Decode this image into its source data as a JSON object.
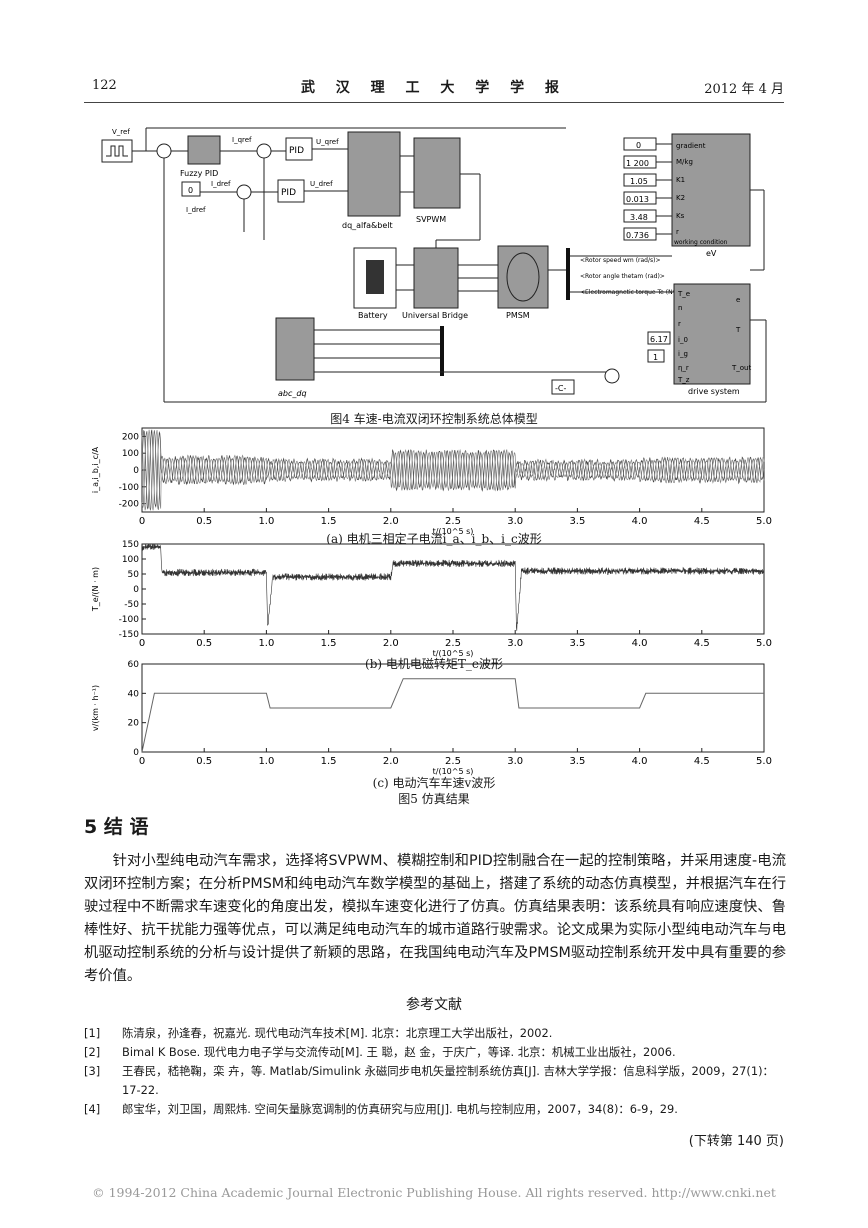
{
  "header": {
    "page_number": "122",
    "journal": "武 汉 理 工 大 学 学 报",
    "date": "2012 年 4 月"
  },
  "figure4": {
    "caption": "图4   车速-电流双闭环控制系统总体模型",
    "blocks": {
      "vref": "V_ref",
      "fuzzy_pid": "Fuzzy PID",
      "pid1": "PID",
      "pid2": "PID",
      "iqref": "I_qref",
      "idref": "I_dref",
      "idref2": "I_dref",
      "uqref": "U_qref",
      "udref": "U_dref",
      "dq": "dq_alfa&belt",
      "svpwm": "SVPWM",
      "battery": "Battery",
      "bridge": "Universal Bridge",
      "pmsm": "PMSM",
      "ev": "eV",
      "drive": "drive system",
      "abc_dq": "abc_dq",
      "gain": "-C-",
      "rotor_speed": "<Rotor speed wm (rad/s)>",
      "rotor_angle": "<Rotor angle thetam (rad)>",
      "torque": "<Electromagnetic torque Te (N*m)>"
    },
    "constants": [
      "0",
      "1 200",
      "1.05",
      "0.013",
      "3.48",
      "0.736"
    ],
    "ev_ports": [
      "gradient",
      "M/kg",
      "K1",
      "K2",
      "Ks",
      "r",
      "working condition"
    ],
    "drive_consts": [
      "6.17",
      "1"
    ],
    "drive_ports": [
      "T_e",
      "n",
      "r",
      "i_0",
      "i_g",
      "η_r",
      "T_z"
    ],
    "drive_outputs": [
      "e",
      "T",
      "T_out"
    ]
  },
  "figure5": {
    "caption": "图5   仿真结果",
    "xlabel": "t/(10^5 s)",
    "x_ticks": [
      "0",
      "0.5",
      "1.0",
      "1.5",
      "2.0",
      "2.5",
      "3.0",
      "3.5",
      "4.0",
      "4.5",
      "5.0"
    ],
    "a": {
      "ylabel": "i_a,i_b,i_c/A",
      "caption": "(a) 电机三相定子电流i_a、i_b、i_c波形",
      "y_ticks": [
        "200",
        "100",
        "0",
        "-100",
        "-200"
      ]
    },
    "b": {
      "ylabel": "T_e/(N · m)",
      "caption": "(b) 电机电磁转矩T_e波形",
      "y_ticks": [
        "150",
        "100",
        "50",
        "0",
        "-50",
        "-100",
        "-150"
      ]
    },
    "c": {
      "ylabel": "v/(km · h⁻¹)",
      "caption": "(c) 电动汽车车速v波形",
      "y_ticks": [
        "60",
        "40",
        "20",
        "0"
      ]
    }
  },
  "chart_data": [
    {
      "type": "line",
      "title": "(a) 电机三相定子电流i_a、i_b、i_c波形",
      "xlabel": "t/(10^5 s)",
      "ylabel": "i_a,i_b,i_c/A",
      "xlim": [
        0,
        5
      ],
      "ylim": [
        -250,
        250
      ],
      "segments": [
        {
          "x": [
            0,
            0.15
          ],
          "amplitude": 230
        },
        {
          "x": [
            0.15,
            1.0
          ],
          "amplitude": 75
        },
        {
          "x": [
            1.0,
            2.0
          ],
          "amplitude": 55
        },
        {
          "x": [
            2.0,
            3.0
          ],
          "amplitude": 110
        },
        {
          "x": [
            3.0,
            4.0
          ],
          "amplitude": 50
        },
        {
          "x": [
            4.0,
            5.0
          ],
          "amplitude": 65
        }
      ]
    },
    {
      "type": "line",
      "title": "(b) 电机电磁转矩T_e波形",
      "xlabel": "t/(10^5 s)",
      "ylabel": "T_e/(N · m)",
      "xlim": [
        0,
        5
      ],
      "ylim": [
        -150,
        150
      ],
      "x": [
        0,
        0.15,
        0.16,
        1.0,
        1.01,
        1.05,
        2.0,
        2.02,
        3.0,
        3.01,
        3.05,
        4.0,
        4.02,
        5.0
      ],
      "y": [
        140,
        140,
        55,
        55,
        -130,
        40,
        40,
        85,
        85,
        -150,
        60,
        60,
        60,
        60
      ]
    },
    {
      "type": "line",
      "title": "(c) 电动汽车车速v波形",
      "xlabel": "t/(10^5 s)",
      "ylabel": "v/(km · h⁻¹)",
      "xlim": [
        0,
        5
      ],
      "ylim": [
        0,
        60
      ],
      "x": [
        0,
        0.1,
        1.0,
        1.03,
        2.0,
        2.1,
        3.0,
        3.03,
        4.0,
        4.05,
        5.0
      ],
      "y": [
        0,
        40,
        40,
        30,
        30,
        50,
        50,
        30,
        30,
        40,
        40
      ]
    }
  ],
  "section": {
    "title": "5  结  语",
    "paragraph": "针对小型纯电动汽车需求，选择将SVPWM、模糊控制和PID控制融合在一起的控制策略，并采用速度-电流双闭环控制方案；在分析PMSM和纯电动汽车数学模型的基础上，搭建了系统的动态仿真模型，并根据汽车在行驶过程中不断需求车速变化的角度出发，模拟车速变化进行了仿真。仿真结果表明：该系统具有响应速度快、鲁棒性好、抗干扰能力强等优点，可以满足纯电动汽车的城市道路行驶需求。论文成果为实际小型纯电动汽车与电机驱动控制系统的分析与设计提供了新颖的思路，在我国纯电动汽车及PMSM驱动控制系统开发中具有重要的参考价值。"
  },
  "references": {
    "heading": "参考文献",
    "items": [
      {
        "num": "[1]",
        "text": "陈清泉，孙逢春，祝嘉光. 现代电动汽车技术[M]. 北京：北京理工大学出版社，2002."
      },
      {
        "num": "[2]",
        "text": "Bimal K Bose. 现代电力电子学与交流传动[M]. 王  聪，赵  金，于庆广，等译. 北京：机械工业出版社，2006."
      },
      {
        "num": "[3]",
        "text": "王春民，嵇艳鞠，栾  卉，等. Matlab/Simulink 永磁同步电机矢量控制系统仿真[J]. 吉林大学学报：信息科学版，2009，27(1)：17-22."
      },
      {
        "num": "[4]",
        "text": "郎宝华，刘卫国，周熙炜. 空间矢量脉宽调制的仿真研究与应用[J]. 电机与控制应用，2007，34(8)：6-9，29."
      }
    ],
    "continued": "(下转第 140 页)"
  },
  "footer": "© 1994-2012 China Academic Journal Electronic Publishing House. All rights reserved.    http://www.cnki.net"
}
